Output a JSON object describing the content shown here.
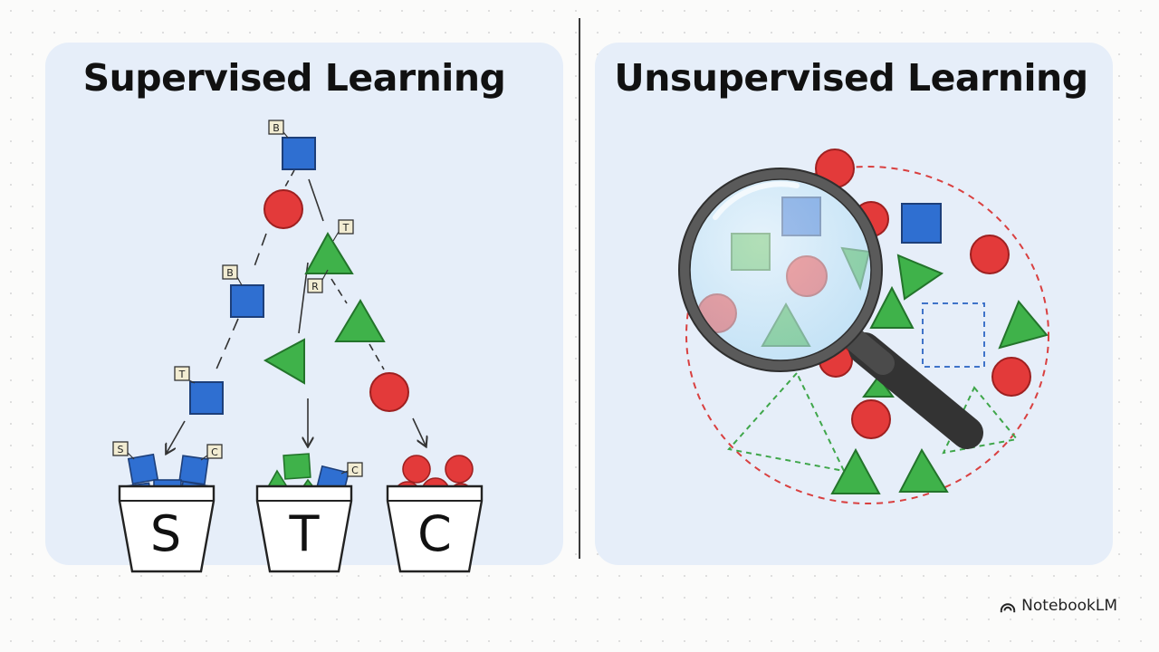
{
  "left_panel": {
    "title": "Supervised Learning",
    "tags": [
      "B",
      "T",
      "R",
      "B",
      "T",
      "S",
      "C",
      "C"
    ],
    "buckets": [
      "S",
      "T",
      "C"
    ]
  },
  "right_panel": {
    "title": "Unsupervised Learning"
  },
  "brand": {
    "name": "NotebookLM"
  },
  "colors": {
    "square": "#2f6fd1",
    "circle": "#e33a3a",
    "triangle": "#3fb24a",
    "panel_bg": "#e6eef9"
  }
}
